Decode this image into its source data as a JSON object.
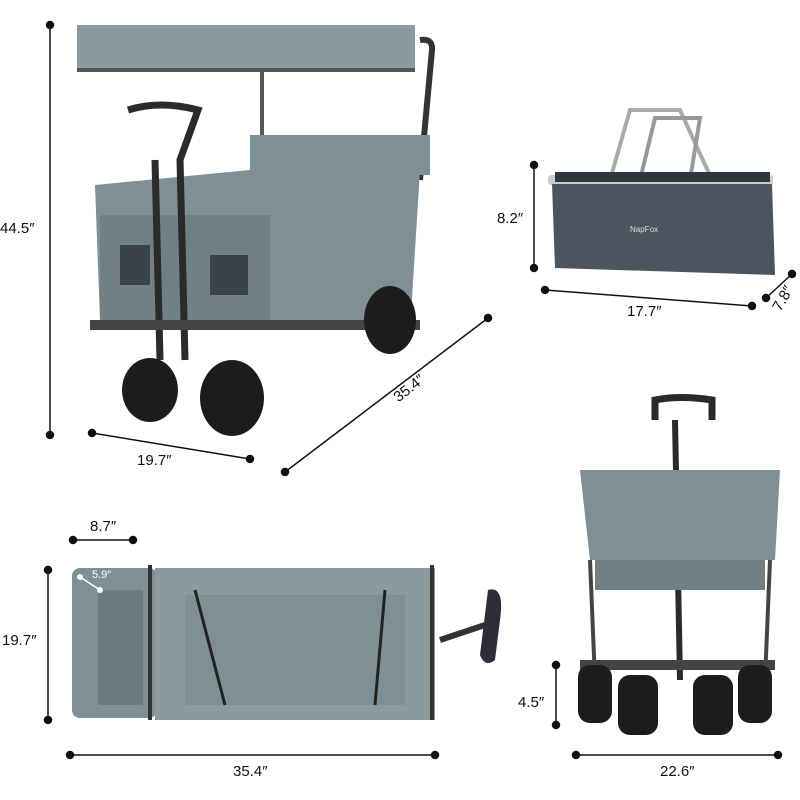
{
  "brand": "NapFox",
  "colors": {
    "fabric": "#7e9095",
    "frame": "#4a4e52",
    "cooler": "#4b5560",
    "wheel": "#1c1c1c"
  },
  "dimensions": {
    "wagon_height": "44.5″",
    "wagon_width": "19.7″",
    "wagon_length": "35.4″",
    "cooler_height": "8.2″",
    "cooler_length": "17.7″",
    "cooler_depth": "7.8″",
    "pocket_width": "8.7″",
    "pocket_depth": "5.9″",
    "folded_width": "19.7″",
    "folded_length": "35.4″",
    "ground_clearance": "4.5″",
    "wheelbase_width": "22.6″"
  }
}
